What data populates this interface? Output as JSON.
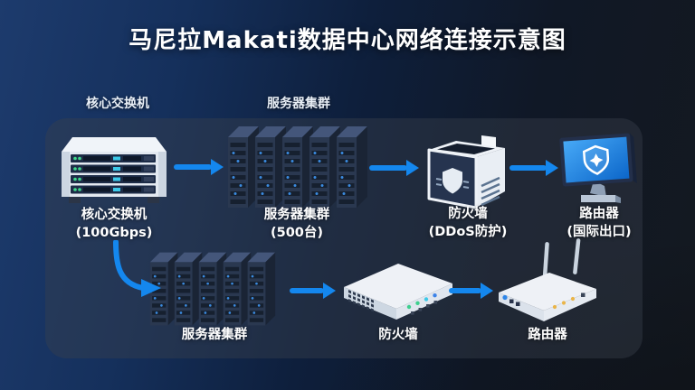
{
  "title": "马尼拉Makati数据中心网络连接示意图",
  "colors": {
    "arrow_blue": "#1487ee",
    "background_navy": "#1d3b6d",
    "background_dark": "#141920",
    "panel_overlay": "rgba(58,64,76,0.42)",
    "monitor_screen_blue": "#2196f3",
    "led_green": "#41d98c",
    "led_cyan": "#3cc9e8",
    "led_yellow": "#eab549"
  },
  "section_headers": {
    "core_switch": "核心交换机",
    "server_cluster": "服务器集群"
  },
  "nodes": {
    "core_switch": {
      "label": "核心交换机",
      "sublabel": "(100Gbps)"
    },
    "server_cluster_top": {
      "label": "服务器集群",
      "sublabel": "(500台)"
    },
    "firewall_top": {
      "label": "防火墙",
      "sublabel": "(DDoS防护)"
    },
    "router_top": {
      "label": "路由器",
      "sublabel": "(国际出口)"
    },
    "server_cluster_bottom": {
      "label": "服务器集群"
    },
    "firewall_bottom": {
      "label": "防火墙"
    },
    "router_bottom": {
      "label": "路由器"
    }
  },
  "connections": [
    {
      "from": "核心交换机 (100Gbps)",
      "to": "服务器集群 (500台)"
    },
    {
      "from": "服务器集群 (500台)",
      "to": "防火墙 (DDoS防护)"
    },
    {
      "from": "防火墙 (DDoS防护)",
      "to": "路由器 (国际出口)"
    },
    {
      "from": "核心交换机 (100Gbps)",
      "to": "服务器集群"
    },
    {
      "from": "服务器集群",
      "to": "防火墙"
    },
    {
      "from": "防火墙",
      "to": "路由器"
    }
  ]
}
